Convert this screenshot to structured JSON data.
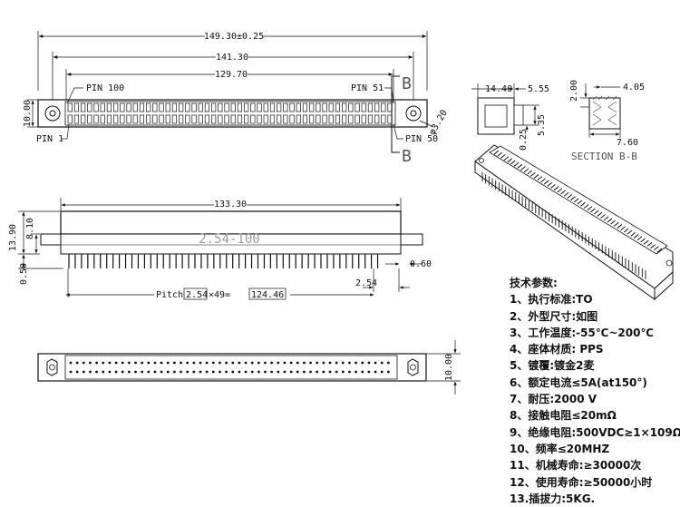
{
  "top_view": {
    "overall_length": "149.30±0.25",
    "mounting_pitch": "141.30",
    "contact_span": "129.70",
    "height": "10.00",
    "pin_100": "PIN 100",
    "pin_51": "PIN 51",
    "pin_1": "PIN 1",
    "pin_50": "PIN 50",
    "hole_dia": "φ3.20",
    "section_mark": "B"
  },
  "front_view": {
    "body_length": "133.30",
    "overall_height": "13.90",
    "body_height": "8.10",
    "tail_length": "0.50",
    "part_label": "2.54-100",
    "pin_thickness": "0.60",
    "end_offset": "2.54",
    "pitch_label": "Pitch",
    "pitch_value": "2.54",
    "pitch_times": "×49=",
    "pitch_total": "124.46"
  },
  "bottom_view": {
    "height": "10.00"
  },
  "section_view": {
    "width_a": "14.40",
    "width_b": "5.55",
    "height_a": "0.25",
    "height_b": "5.35",
    "slot": "2.00",
    "slot_width": "4.05",
    "depth": "7.60",
    "title": "SECTION B-B"
  },
  "specs": {
    "title": "技术参数:",
    "items": [
      "1、执行标准:TO",
      "2、外型尺寸:如图",
      "3、工作温度:-55℃~200℃",
      "4、座体材质: PPS",
      "5、镀覆:镀金2麦",
      "6、额定电流≤5A(at150°)",
      "7、耐压:2000 V",
      "8、接触电阻≤20mΩ",
      "9、绝缘电阻:500VDC≥1×109Ω",
      "10、频率≤20MHZ",
      "11、机械寿命:≥30000次",
      "12、使用寿命:≥50000小时",
      "13.插拔力:5KG."
    ]
  },
  "colors": {
    "line": "#111111",
    "label_gray": "#9a9a9a",
    "hatch": "#444444"
  }
}
